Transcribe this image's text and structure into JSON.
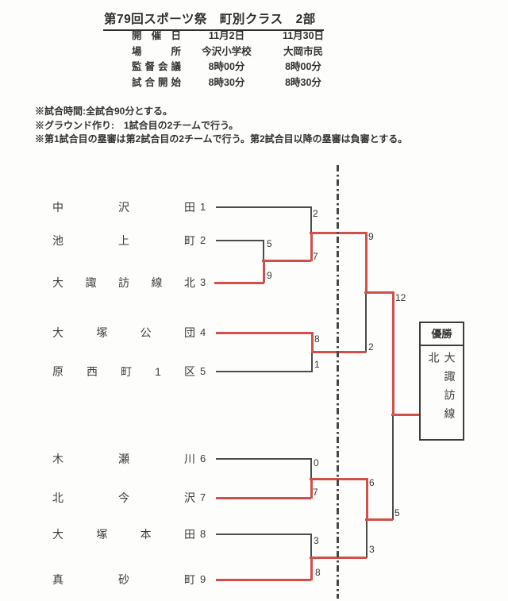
{
  "title": "第79回スポーツ祭　町別クラス　2部",
  "info": {
    "rows": [
      {
        "label": "開催日",
        "game1": "11月2日",
        "game2": "11月30日"
      },
      {
        "label": "場所",
        "game1": "今沢小学校",
        "game2": "大岡市民"
      },
      {
        "label": "監督会議",
        "game1": "8時00分",
        "game2": "8時00分"
      },
      {
        "label": "試合開始",
        "game1": "8時30分",
        "game2": "8時30分"
      }
    ]
  },
  "notes": [
    "※試合時間:全試合90分とする。",
    "※グラウンド作り:　1試合目の2チームで行う。",
    "※第1試合目の塁審は第2試合目の2チームで行う。第2試合目以降の塁審は負審とする。"
  ],
  "bracket": {
    "teams": [
      {
        "name": "中沢田",
        "seed": "1"
      },
      {
        "name": "池上町",
        "seed": "2"
      },
      {
        "name": "大諏訪線北",
        "seed": "3"
      },
      {
        "name": "大塚公団",
        "seed": "4"
      },
      {
        "name": "原西町1区",
        "seed": "5"
      },
      {
        "name": "木瀬川",
        "seed": "6"
      },
      {
        "name": "北今沢",
        "seed": "7"
      },
      {
        "name": "大塚本田",
        "seed": "8"
      },
      {
        "name": "真砂町",
        "seed": "9"
      }
    ],
    "matches": [
      {
        "teams": [
          "池上町",
          "大諏訪線北"
        ],
        "scores": [
          "5",
          "9"
        ],
        "winner": "大諏訪線北"
      },
      {
        "teams": [
          "中沢田",
          "大諏訪線北"
        ],
        "scores": [
          "2",
          "7"
        ],
        "winner": "大諏訪線北"
      },
      {
        "teams": [
          "大塚公団",
          "原西町1区"
        ],
        "scores": [
          "8",
          "1"
        ],
        "winner": "大塚公団"
      },
      {
        "teams": [
          "大諏訪線北",
          "大塚公団"
        ],
        "scores": [
          "9",
          "2"
        ],
        "winner": "大諏訪線北"
      },
      {
        "teams": [
          "木瀬川",
          "北今沢"
        ],
        "scores": [
          "0",
          "7"
        ],
        "winner": "北今沢"
      },
      {
        "teams": [
          "大塚本田",
          "真砂町"
        ],
        "scores": [
          "3",
          "8"
        ],
        "winner": "真砂町"
      },
      {
        "teams": [
          "北今沢",
          "真砂町"
        ],
        "scores": [
          "6",
          "3"
        ],
        "winner": "北今沢"
      },
      {
        "teams": [
          "大諏訪線北",
          "北今沢"
        ],
        "scores": [
          "12",
          "5"
        ],
        "winner": "大諏訪線北"
      }
    ],
    "champion": {
      "label": "優勝",
      "name": "大諏訪線北"
    }
  },
  "colors": {
    "winner_path": "#d2504b",
    "bracket_line": "#4b4b4b"
  }
}
